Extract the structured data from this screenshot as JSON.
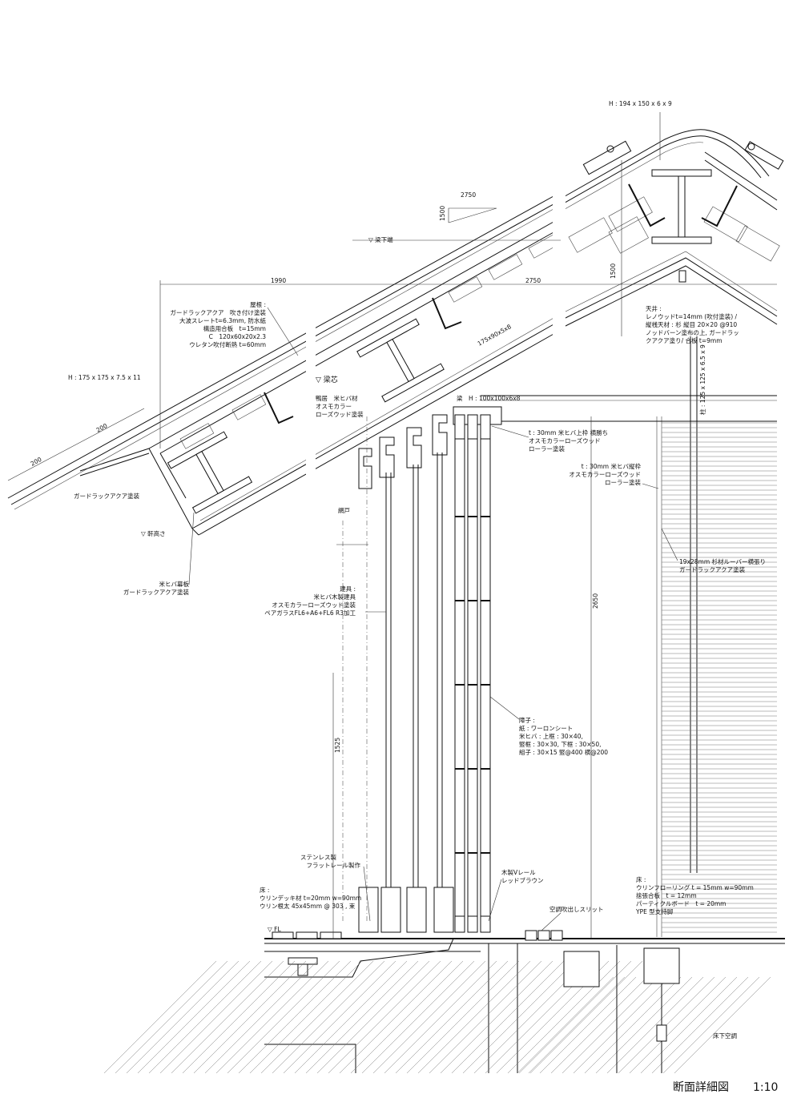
{
  "drawing": {
    "title": "断面詳細図",
    "scale": "1:10",
    "dimensions": {
      "d_2750_top": "2750",
      "d_1500_top": "1500",
      "d_1990": "1990",
      "d_2750_mid": "2750",
      "d_1500_right": "1500",
      "d_200_a": "200",
      "d_200_b": "200",
      "d_2650": "2650",
      "d_1525": "1525"
    },
    "levels": {
      "beam_bottom": "▽ 梁下端",
      "beam_core": "▽ 梁芯",
      "eave_height": "▽ 軒高さ",
      "fl": "▽ FL"
    },
    "steel": {
      "ridge": "H : 194 x 150 x 6 x 9",
      "eave": "H : 175 x 175 x 7.5 x 11",
      "purlin": "175x90x5x8",
      "beam": "梁　H : 100x100x6x8",
      "column": "柱 : 125 x 125 x 6.5 x 9"
    },
    "labels": {
      "roof": [
        "屋根 :",
        "ガードラックアクア　吹き付け塗装",
        "大波スレートt=6.3mm, 防水紙",
        "構造用合板　t=15mm",
        "C　120x60x20x2.3",
        "ウレタン吹付断熱 t=60mm"
      ],
      "ceiling": [
        "天井 :",
        "レノウッドt=14mm (吹付塗装) /",
        "縦桟天材 : 杉 縦目 20×20 @910",
        "ノッドバーン塗布の上, ガードラッ",
        "クアクア塗り/ 合板 t=9mm"
      ],
      "kamoi": [
        "鴨居　米ヒバ材",
        "オスモカラー",
        "ローズウッド塗装"
      ],
      "upper_frame": [
        "t : 30mm 米ヒバ上枠 横勝ち",
        "オスモカラーローズウッド",
        "ローラー塗装"
      ],
      "vertical_frame": [
        "t : 30mm 米ヒバ縦枠",
        "オスモカラーローズウッド",
        "ローラー塗装"
      ],
      "fascia_paint": "ガードラックアクア塗装",
      "soffit": [
        "米ヒバ幕板",
        "ガードラックアクア塗装"
      ],
      "screen": "網戸",
      "fitting": [
        "建具 :",
        "米ヒバ木製建具",
        "オスモカラーローズウッド塗装",
        "ペアガラスFL6+A6+FL6 R3加工"
      ],
      "louver": [
        "19x28mm 杉材ルーバー横張り",
        "ガードラックアクア塗装"
      ],
      "shoji": [
        "障子 :",
        "紙 : ワーロンシート",
        "米ヒバ : 上框 : 30×40,",
        "竪框 : 30×30, 下框 : 30×50,",
        "組子 : 30×15 竪@400 横@200"
      ],
      "rail": [
        "ステンレス製",
        "フラットレール製作"
      ],
      "wood_rail": [
        "木製Vレール",
        "レッドブラウン"
      ],
      "floor_left": [
        "床 :",
        "ウリンデッキ材 t=20mm w=90mm",
        "ウリン根太 45x45mm @ 303 , 束"
      ],
      "floor_right": [
        "床 :",
        "ウリンフローリング t = 15mm w=90mm",
        "捨張合板　t = 12mm",
        "パーティクルボード　t = 20mm",
        "YPE 型支持脚"
      ],
      "slit": "空調吹出しスリット",
      "underfloor": "床下空調"
    }
  }
}
